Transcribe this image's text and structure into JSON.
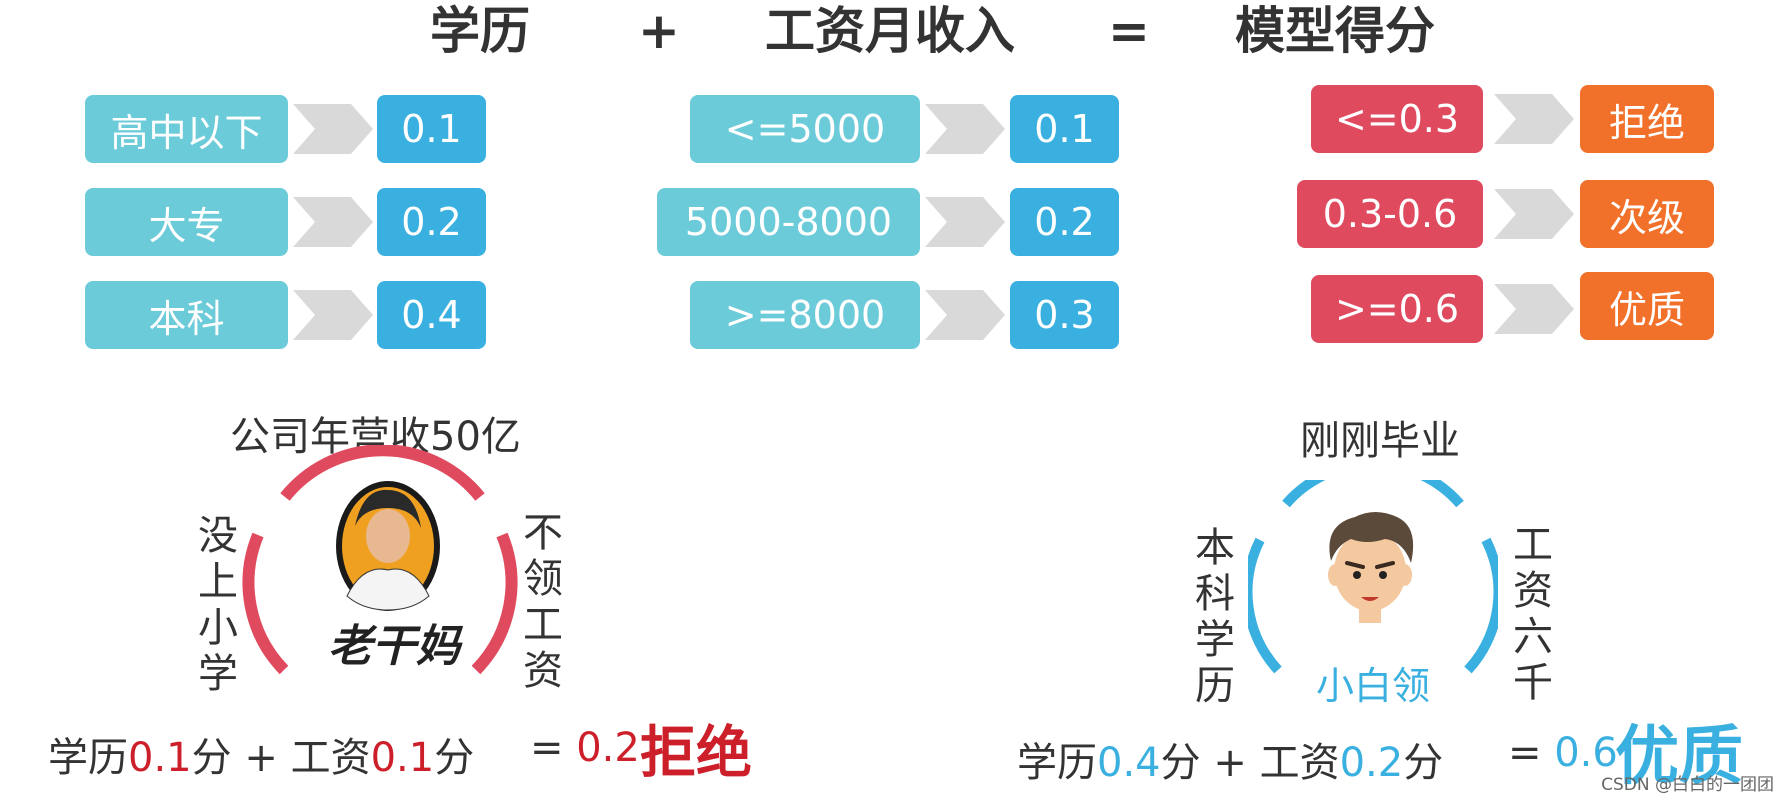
{
  "header": {
    "education": "学历",
    "plus": "+",
    "income": "工资月收入",
    "equals": "=",
    "score": "模型得分"
  },
  "education_rules": [
    {
      "label": "高中以下",
      "score": "0.1"
    },
    {
      "label": "大专",
      "score": "0.2"
    },
    {
      "label": "本科",
      "score": "0.4"
    }
  ],
  "income_rules": [
    {
      "label": "<=5000",
      "score": "0.1"
    },
    {
      "label": "5000-8000",
      "score": "0.2"
    },
    {
      "label": ">=8000",
      "score": "0.3"
    }
  ],
  "score_rules": [
    {
      "range": "<=0.3",
      "result": "拒绝"
    },
    {
      "range": "0.3-0.6",
      "result": "次级"
    },
    {
      "range": ">=0.6",
      "result": "优质"
    }
  ],
  "case_left": {
    "top_label": "公司年营收50亿",
    "left_label": [
      "没",
      "上",
      "小",
      "学"
    ],
    "right_label": [
      "不",
      "领",
      "工",
      "资"
    ],
    "logo_text": "老干妈",
    "formula": {
      "edu_word": "学历",
      "edu_val": "0.1",
      "fen1": "分 + ",
      "inc_word": "工资",
      "inc_val": "0.1",
      "fen2": "分",
      "eq": "= ",
      "total": "0.2",
      "verdict": "拒绝"
    },
    "arc_color": "#e04a5e"
  },
  "case_right": {
    "top_label": "刚刚毕业",
    "left_label": [
      "本",
      "科",
      "学",
      "历"
    ],
    "right_label": [
      "工",
      "资",
      "六",
      "千"
    ],
    "bottom_label": "小白领",
    "formula": {
      "edu_word": "学历",
      "edu_val": "0.4",
      "fen1": "分 + ",
      "inc_word": "工资",
      "inc_val": "0.2",
      "fen2": "分",
      "eq": "= ",
      "total": "0.6",
      "verdict": "优质"
    },
    "arc_color": "#3ab0e0"
  },
  "watermark": "CSDN @白白的一团团",
  "colors": {
    "teal": "#6ccbd9",
    "blue": "#3ab0e0",
    "red": "#e04a5e",
    "orange": "#f2712a",
    "arrow_gray": "#d9d9d9",
    "verdict_red": "#cc1f2a"
  }
}
